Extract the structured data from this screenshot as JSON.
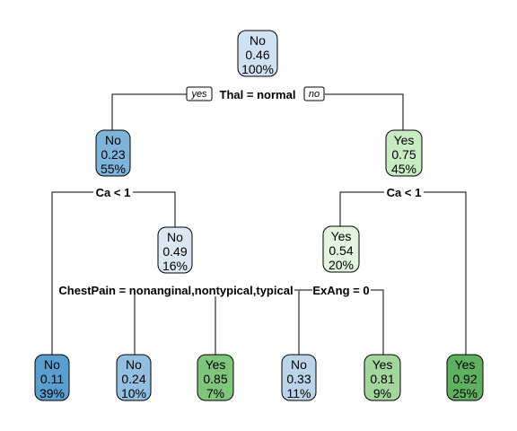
{
  "tree": {
    "branch_labels": {
      "yes": "yes",
      "no": "no"
    },
    "splits": [
      {
        "id": "s_root",
        "label": "Thal = normal"
      },
      {
        "id": "s_l",
        "label": "Ca < 1"
      },
      {
        "id": "s_r",
        "label": "Ca < 1"
      },
      {
        "id": "s_lr",
        "label": "ChestPain = nonanginal,nontypical,typical"
      },
      {
        "id": "s_rl",
        "label": "ExAng = 0"
      }
    ],
    "nodes": [
      {
        "id": "root",
        "class": "No",
        "prob": "0.46",
        "pct": "100%",
        "fill": "#cfe1f2"
      },
      {
        "id": "l",
        "class": "No",
        "prob": "0.23",
        "pct": "55%",
        "fill": "#7fb4da"
      },
      {
        "id": "r",
        "class": "Yes",
        "prob": "0.75",
        "pct": "45%",
        "fill": "#c9ebc4"
      },
      {
        "id": "lr",
        "class": "No",
        "prob": "0.49",
        "pct": "16%",
        "fill": "#dbe8f4"
      },
      {
        "id": "rl",
        "class": "Yes",
        "prob": "0.54",
        "pct": "20%",
        "fill": "#e3f4df"
      },
      {
        "id": "leaf1",
        "class": "No",
        "prob": "0.11",
        "pct": "39%",
        "fill": "#5b9fd0"
      },
      {
        "id": "leaf2",
        "class": "No",
        "prob": "0.24",
        "pct": "10%",
        "fill": "#92bfe0"
      },
      {
        "id": "leaf3",
        "class": "Yes",
        "prob": "0.85",
        "pct": "7%",
        "fill": "#7fc57c"
      },
      {
        "id": "leaf4",
        "class": "No",
        "prob": "0.33",
        "pct": "11%",
        "fill": "#bcd4ea"
      },
      {
        "id": "leaf5",
        "class": "Yes",
        "prob": "0.81",
        "pct": "9%",
        "fill": "#a3d69c"
      },
      {
        "id": "leaf6",
        "class": "Yes",
        "prob": "0.92",
        "pct": "25%",
        "fill": "#5fb060"
      }
    ]
  }
}
